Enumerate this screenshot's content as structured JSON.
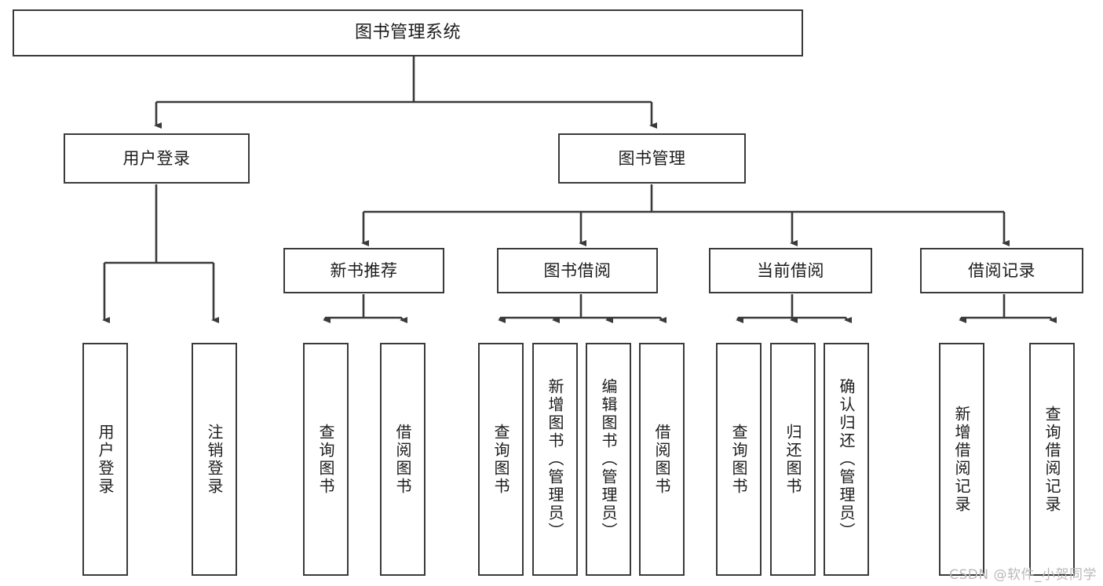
{
  "diagram": {
    "type": "tree-hierarchy-chart",
    "title": "图书管理系统",
    "colors": {
      "background": "#ffffff",
      "node_border": "#3a3a3a",
      "node_fill": "#ffffff",
      "connector": "#3a3a3a",
      "text": "#1c1c1c",
      "watermark": "#b9b9b9"
    },
    "root": {
      "label": "图书管理系统"
    },
    "level2": [
      {
        "label": "用户登录"
      },
      {
        "label": "图书管理"
      }
    ],
    "level3": [
      {
        "label": "新书推荐"
      },
      {
        "label": "图书借阅"
      },
      {
        "label": "当前借阅"
      },
      {
        "label": "借阅记录"
      }
    ],
    "leaves": {
      "user_login": [
        {
          "label": "用户登录"
        },
        {
          "label": "注销登录"
        }
      ],
      "new_book_recommend": [
        {
          "label": "查询图书"
        },
        {
          "label": "借阅图书"
        }
      ],
      "book_borrow": [
        {
          "label": "查询图书"
        },
        {
          "label": "新增图书（管理员）"
        },
        {
          "label": "编辑图书（管理员）"
        },
        {
          "label": "借阅图书"
        }
      ],
      "current_borrow": [
        {
          "label": "查询图书"
        },
        {
          "label": "归还图书"
        },
        {
          "label": "确认归还（管理员）"
        }
      ],
      "borrow_record": [
        {
          "label": "新增借阅记录"
        },
        {
          "label": "查询借阅记录"
        }
      ]
    },
    "watermark": "CSDN @软件_小贺同学"
  }
}
